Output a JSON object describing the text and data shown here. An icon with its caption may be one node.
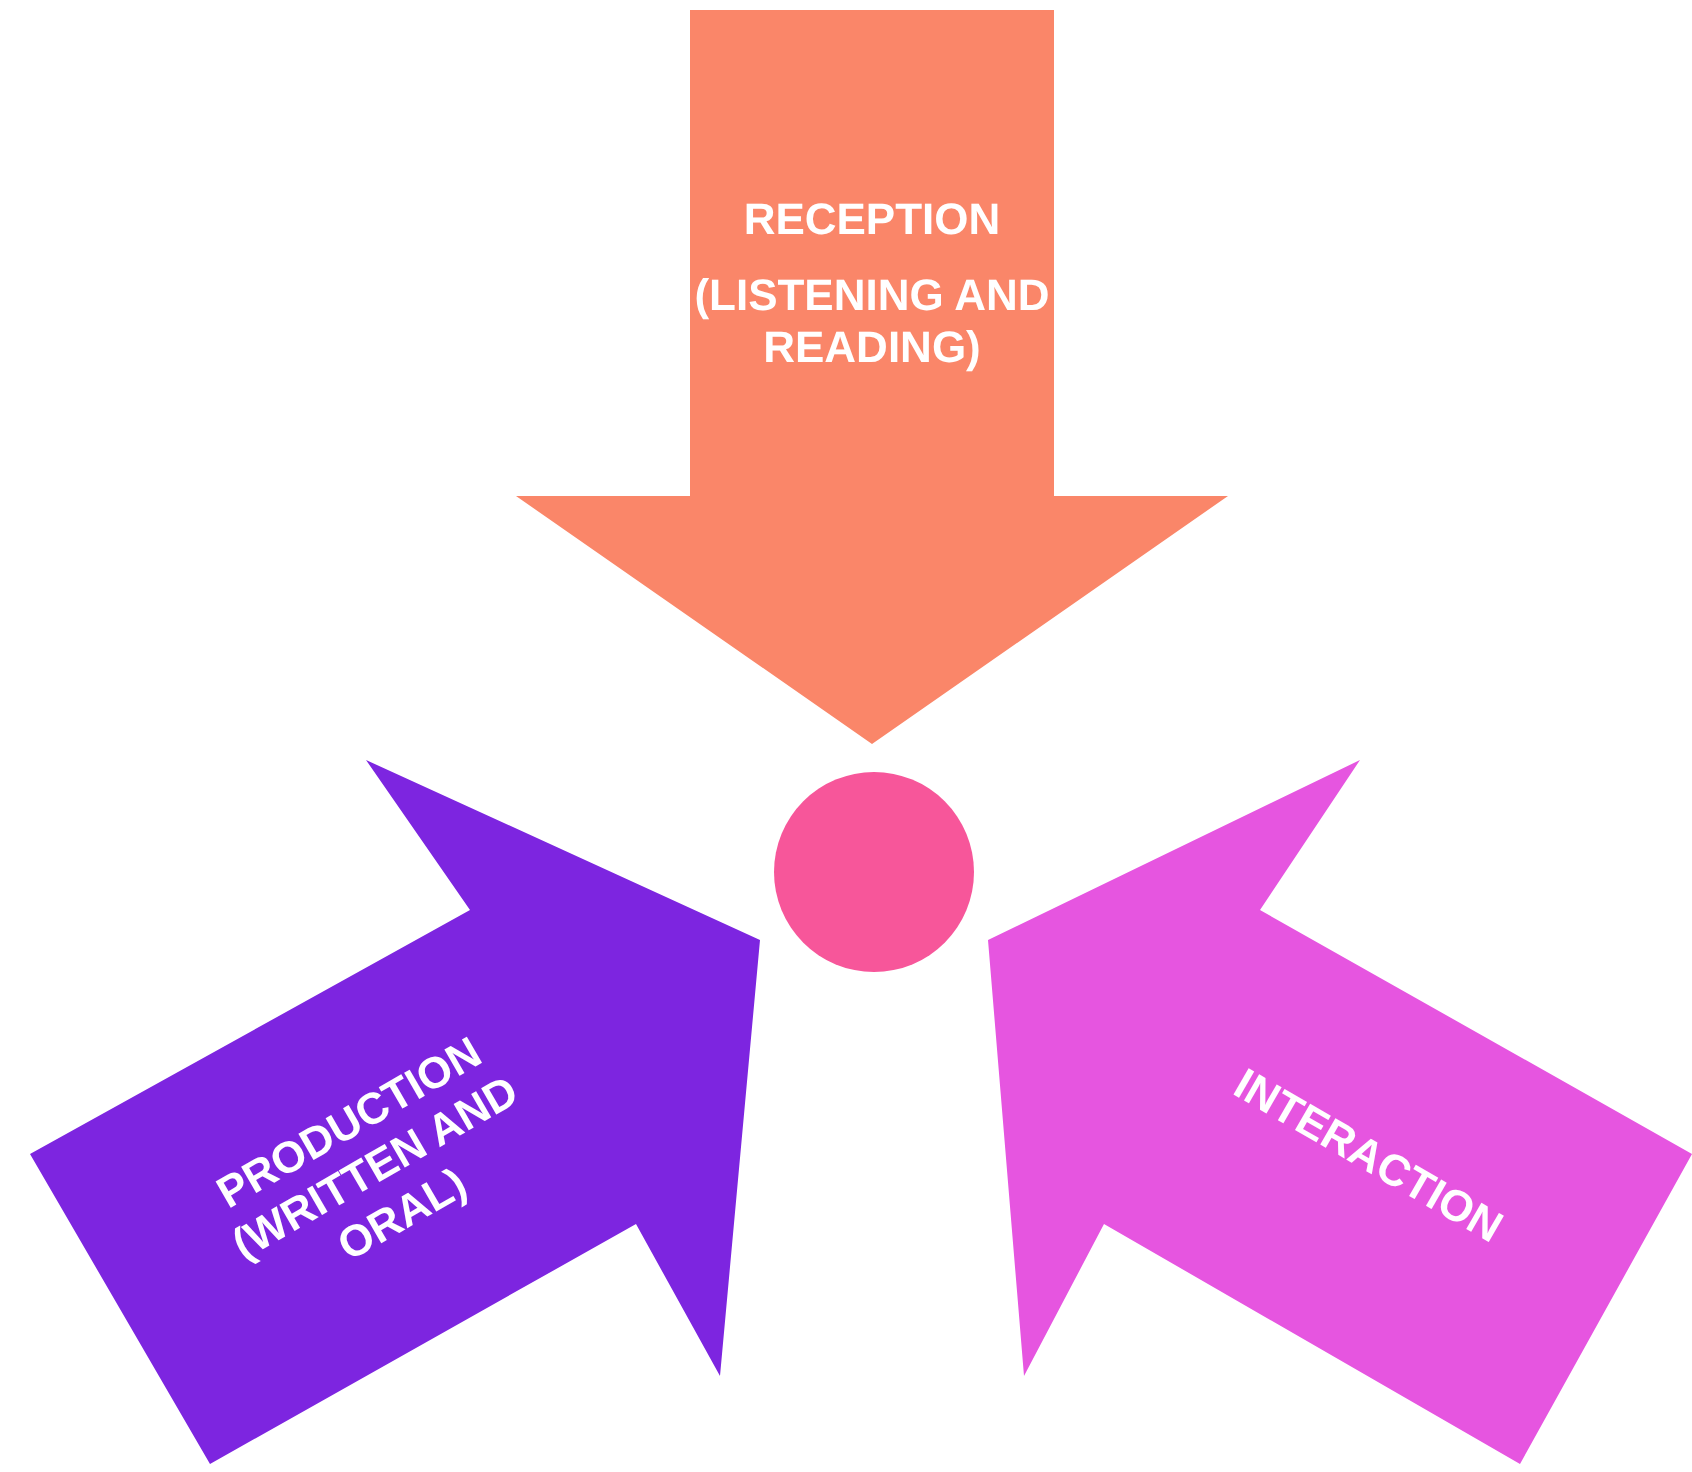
{
  "diagram": {
    "nodes": [
      {
        "text": [
          "RECEPTION",
          "(LISTENING AND READING)"
        ]
      },
      {
        "text": [],
        "shape": "circle"
      },
      {
        "text": [
          "PRODUCTION (WRITTEN AND ORAL)"
        ]
      },
      {
        "text": [
          "INTERACTION"
        ]
      }
    ]
  }
}
